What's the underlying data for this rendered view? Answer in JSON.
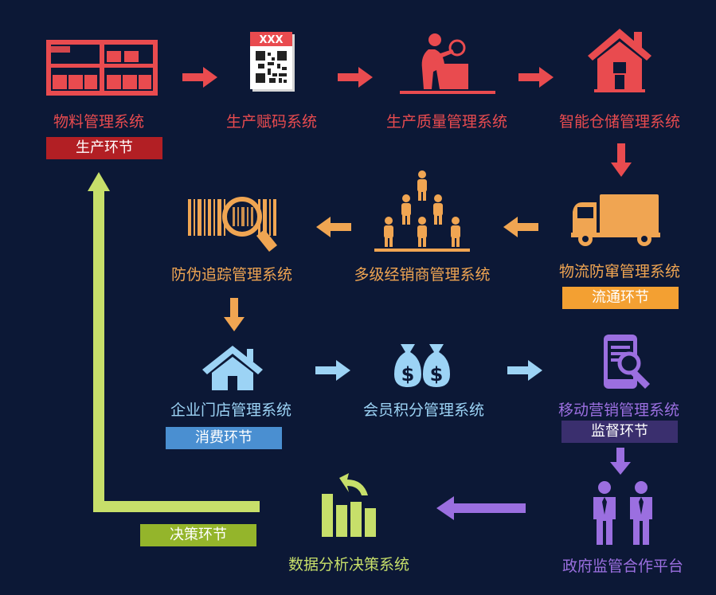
{
  "colors": {
    "red": "#e94b4f",
    "orange": "#f0a552",
    "blue": "#9cd3f5",
    "purple": "#9b6fe0",
    "green": "#c7df6a",
    "stage_red": "#b21f24",
    "stage_orange": "#f3a032",
    "stage_blue": "#4a8fd1",
    "stage_purple": "#3a2f6e",
    "stage_green": "#94b52b"
  },
  "systems": {
    "material": "物料管理系统",
    "coding": "生产赋码系统",
    "quality": "生产质量管理系统",
    "warehouse": "智能仓储管理系统",
    "logistics": "物流防窜管理系统",
    "distributor": "多级经销商管理系统",
    "anticounterfeit": "防伪追踪管理系统",
    "store": "企业门店管理系统",
    "member": "会员积分管理系统",
    "mobile": "移动营销管理系统",
    "government": "政府监管合作平台",
    "analytics": "数据分析决策系统"
  },
  "stages": {
    "production": "生产环节",
    "circulation": "流通环节",
    "consumption": "消费环节",
    "supervision": "监督环节",
    "decision": "决策环节"
  },
  "icons": {
    "material": "warehouse-shelf-icon",
    "coding": "qr-code-label-icon",
    "quality": "inspector-magnifier-icon",
    "warehouse": "house-icon",
    "logistics": "delivery-truck-icon",
    "distributor": "people-pyramid-icon",
    "anticounterfeit": "barcode-magnifier-icon",
    "store": "home-icon",
    "member": "money-bags-icon",
    "mobile": "phone-search-icon",
    "government": "officials-icon",
    "analytics": "bar-chart-icon"
  },
  "qr_text": "XXX"
}
